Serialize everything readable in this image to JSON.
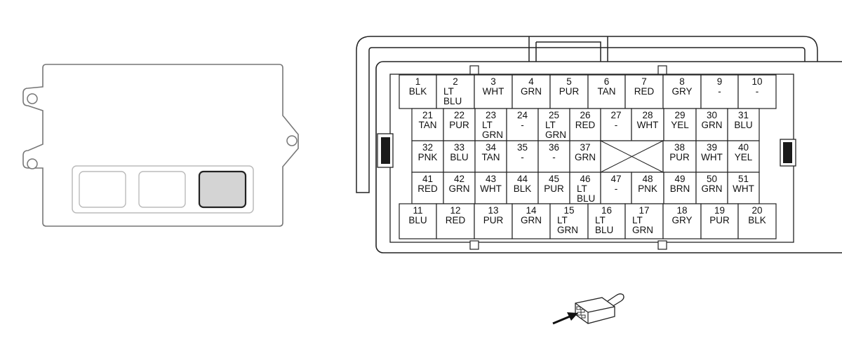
{
  "diagram": {
    "colors": {
      "line": "#222222",
      "module_line": "#777777",
      "selected_fill": "#d4d4d4",
      "unselected_slot": "#bbbbbb"
    },
    "module": {
      "slots": [
        {
          "selected": false
        },
        {
          "selected": false
        },
        {
          "selected": true
        }
      ]
    },
    "connector": {
      "rows": [
        {
          "pins": [
            {
              "num": "1",
              "wire": [
                "BLK"
              ]
            },
            {
              "num": "2",
              "wire": [
                "LT",
                "BLU"
              ]
            },
            {
              "num": "3",
              "wire": [
                "WHT"
              ]
            },
            {
              "num": "4",
              "wire": [
                "GRN"
              ]
            },
            {
              "num": "5",
              "wire": [
                "PUR"
              ]
            },
            {
              "num": "6",
              "wire": [
                "TAN"
              ]
            },
            {
              "num": "7",
              "wire": [
                "RED"
              ]
            },
            {
              "num": "8",
              "wire": [
                "GRY"
              ]
            },
            {
              "num": "9",
              "wire": [
                "-"
              ]
            },
            {
              "num": "10",
              "wire": [
                "-"
              ]
            }
          ]
        },
        {
          "pins": [
            {
              "num": "21",
              "wire": [
                "TAN"
              ]
            },
            {
              "num": "22",
              "wire": [
                "PUR"
              ]
            },
            {
              "num": "23",
              "wire": [
                "LT",
                "GRN"
              ]
            },
            {
              "num": "24",
              "wire": [
                "-"
              ]
            },
            {
              "num": "25",
              "wire": [
                "LT",
                "GRN"
              ]
            },
            {
              "num": "26",
              "wire": [
                "RED"
              ]
            },
            {
              "num": "27",
              "wire": [
                "-"
              ]
            },
            {
              "num": "28",
              "wire": [
                "WHT"
              ]
            },
            {
              "num": "29",
              "wire": [
                "YEL"
              ]
            },
            {
              "num": "30",
              "wire": [
                "GRN"
              ]
            },
            {
              "num": "31",
              "wire": [
                "BLU"
              ]
            }
          ]
        },
        {
          "pins": [
            {
              "num": "32",
              "wire": [
                "PNK"
              ]
            },
            {
              "num": "33",
              "wire": [
                "BLU"
              ]
            },
            {
              "num": "34",
              "wire": [
                "TAN"
              ]
            },
            {
              "num": "35",
              "wire": [
                "-"
              ]
            },
            {
              "num": "36",
              "wire": [
                "-"
              ]
            },
            {
              "num": "37",
              "wire": [
                "GRN"
              ]
            },
            {
              "num": "",
              "wire": [],
              "blank": true
            },
            {
              "num": "38",
              "wire": [
                "PUR"
              ]
            },
            {
              "num": "39",
              "wire": [
                "WHT"
              ]
            },
            {
              "num": "40",
              "wire": [
                "YEL"
              ]
            }
          ]
        },
        {
          "pins": [
            {
              "num": "41",
              "wire": [
                "RED"
              ]
            },
            {
              "num": "42",
              "wire": [
                "GRN"
              ]
            },
            {
              "num": "43",
              "wire": [
                "WHT"
              ]
            },
            {
              "num": "44",
              "wire": [
                "BLK"
              ]
            },
            {
              "num": "45",
              "wire": [
                "PUR"
              ]
            },
            {
              "num": "46",
              "wire": [
                "LT",
                "BLU"
              ]
            },
            {
              "num": "47",
              "wire": [
                "-"
              ]
            },
            {
              "num": "48",
              "wire": [
                "PNK"
              ]
            },
            {
              "num": "49",
              "wire": [
                "BRN"
              ]
            },
            {
              "num": "50",
              "wire": [
                "GRN"
              ]
            },
            {
              "num": "51",
              "wire": [
                "WHT"
              ]
            }
          ]
        },
        {
          "pins": [
            {
              "num": "11",
              "wire": [
                "BLU"
              ]
            },
            {
              "num": "12",
              "wire": [
                "RED"
              ]
            },
            {
              "num": "13",
              "wire": [
                "PUR"
              ]
            },
            {
              "num": "14",
              "wire": [
                "GRN"
              ]
            },
            {
              "num": "15",
              "wire": [
                "LT",
                "GRN"
              ]
            },
            {
              "num": "16",
              "wire": [
                "LT",
                "BLU"
              ]
            },
            {
              "num": "17",
              "wire": [
                "LT",
                "GRN"
              ]
            },
            {
              "num": "18",
              "wire": [
                "GRY"
              ]
            },
            {
              "num": "19",
              "wire": [
                "PUR"
              ]
            },
            {
              "num": "20",
              "wire": [
                "BLK"
              ]
            }
          ]
        }
      ]
    },
    "view_icon": {
      "name": "connector-view-arrow-icon"
    }
  }
}
